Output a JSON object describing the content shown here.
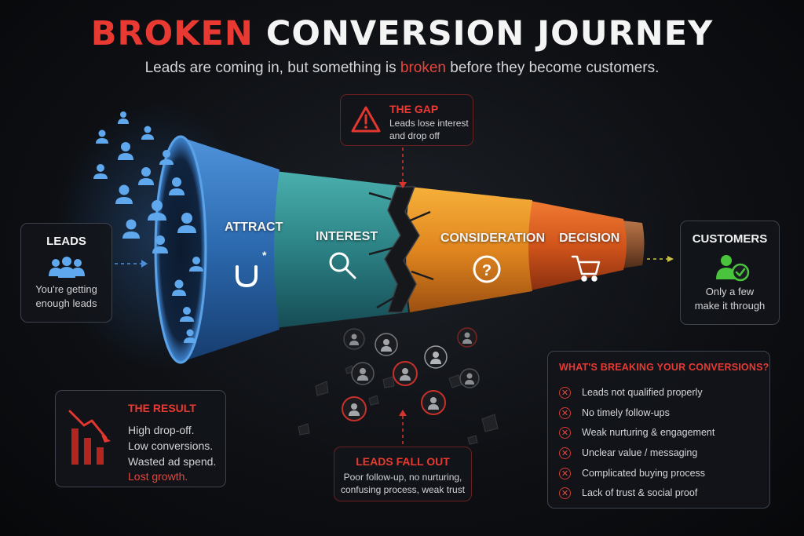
{
  "title": {
    "part1": "BROKEN",
    "part2": " CONVERSION JOURNEY"
  },
  "subtitle": {
    "before": "Leads are coming in, but something is ",
    "highlight": "broken",
    "after": " before they become customers."
  },
  "colors": {
    "accent_red": "#e83a32",
    "attract_blue": "#2f6fb5",
    "interest_teal": "#2f8c8e",
    "consideration_orange": "#e38a22",
    "decision_orange": "#d8561e",
    "customer_green": "#4bc43d"
  },
  "leads": {
    "title": "LEADS",
    "text1": "You're getting",
    "text2": "enough leads"
  },
  "stages": [
    {
      "label": "ATTRACT",
      "icon": "magnet-icon"
    },
    {
      "label": "INTEREST",
      "icon": "search-icon"
    },
    {
      "label": "CONSIDERATION",
      "icon": "question-icon"
    },
    {
      "label": "DECISION",
      "icon": "cart-icon"
    }
  ],
  "gap": {
    "title": "THE GAP",
    "text1": "Leads lose interest",
    "text2": "and drop off"
  },
  "customers": {
    "title": "CUSTOMERS",
    "text1": "Only a few",
    "text2": "make it through"
  },
  "result": {
    "title": "THE RESULT",
    "lines": [
      "High drop-off.",
      "Low conversions.",
      "Wasted ad spend."
    ],
    "highlight": "Lost growth."
  },
  "fallout": {
    "title": "LEADS FALL OUT",
    "text1": "Poor follow-up, no nurturing,",
    "text2": "confusing process, weak trust"
  },
  "breaking": {
    "title": "WHAT'S BREAKING YOUR CONVERSIONS?",
    "items": [
      "Leads not qualified properly",
      "No timely follow-ups",
      "Weak nurturing & engagement",
      "Unclear value / messaging",
      "Complicated buying process",
      "Lack of trust & social proof"
    ]
  }
}
